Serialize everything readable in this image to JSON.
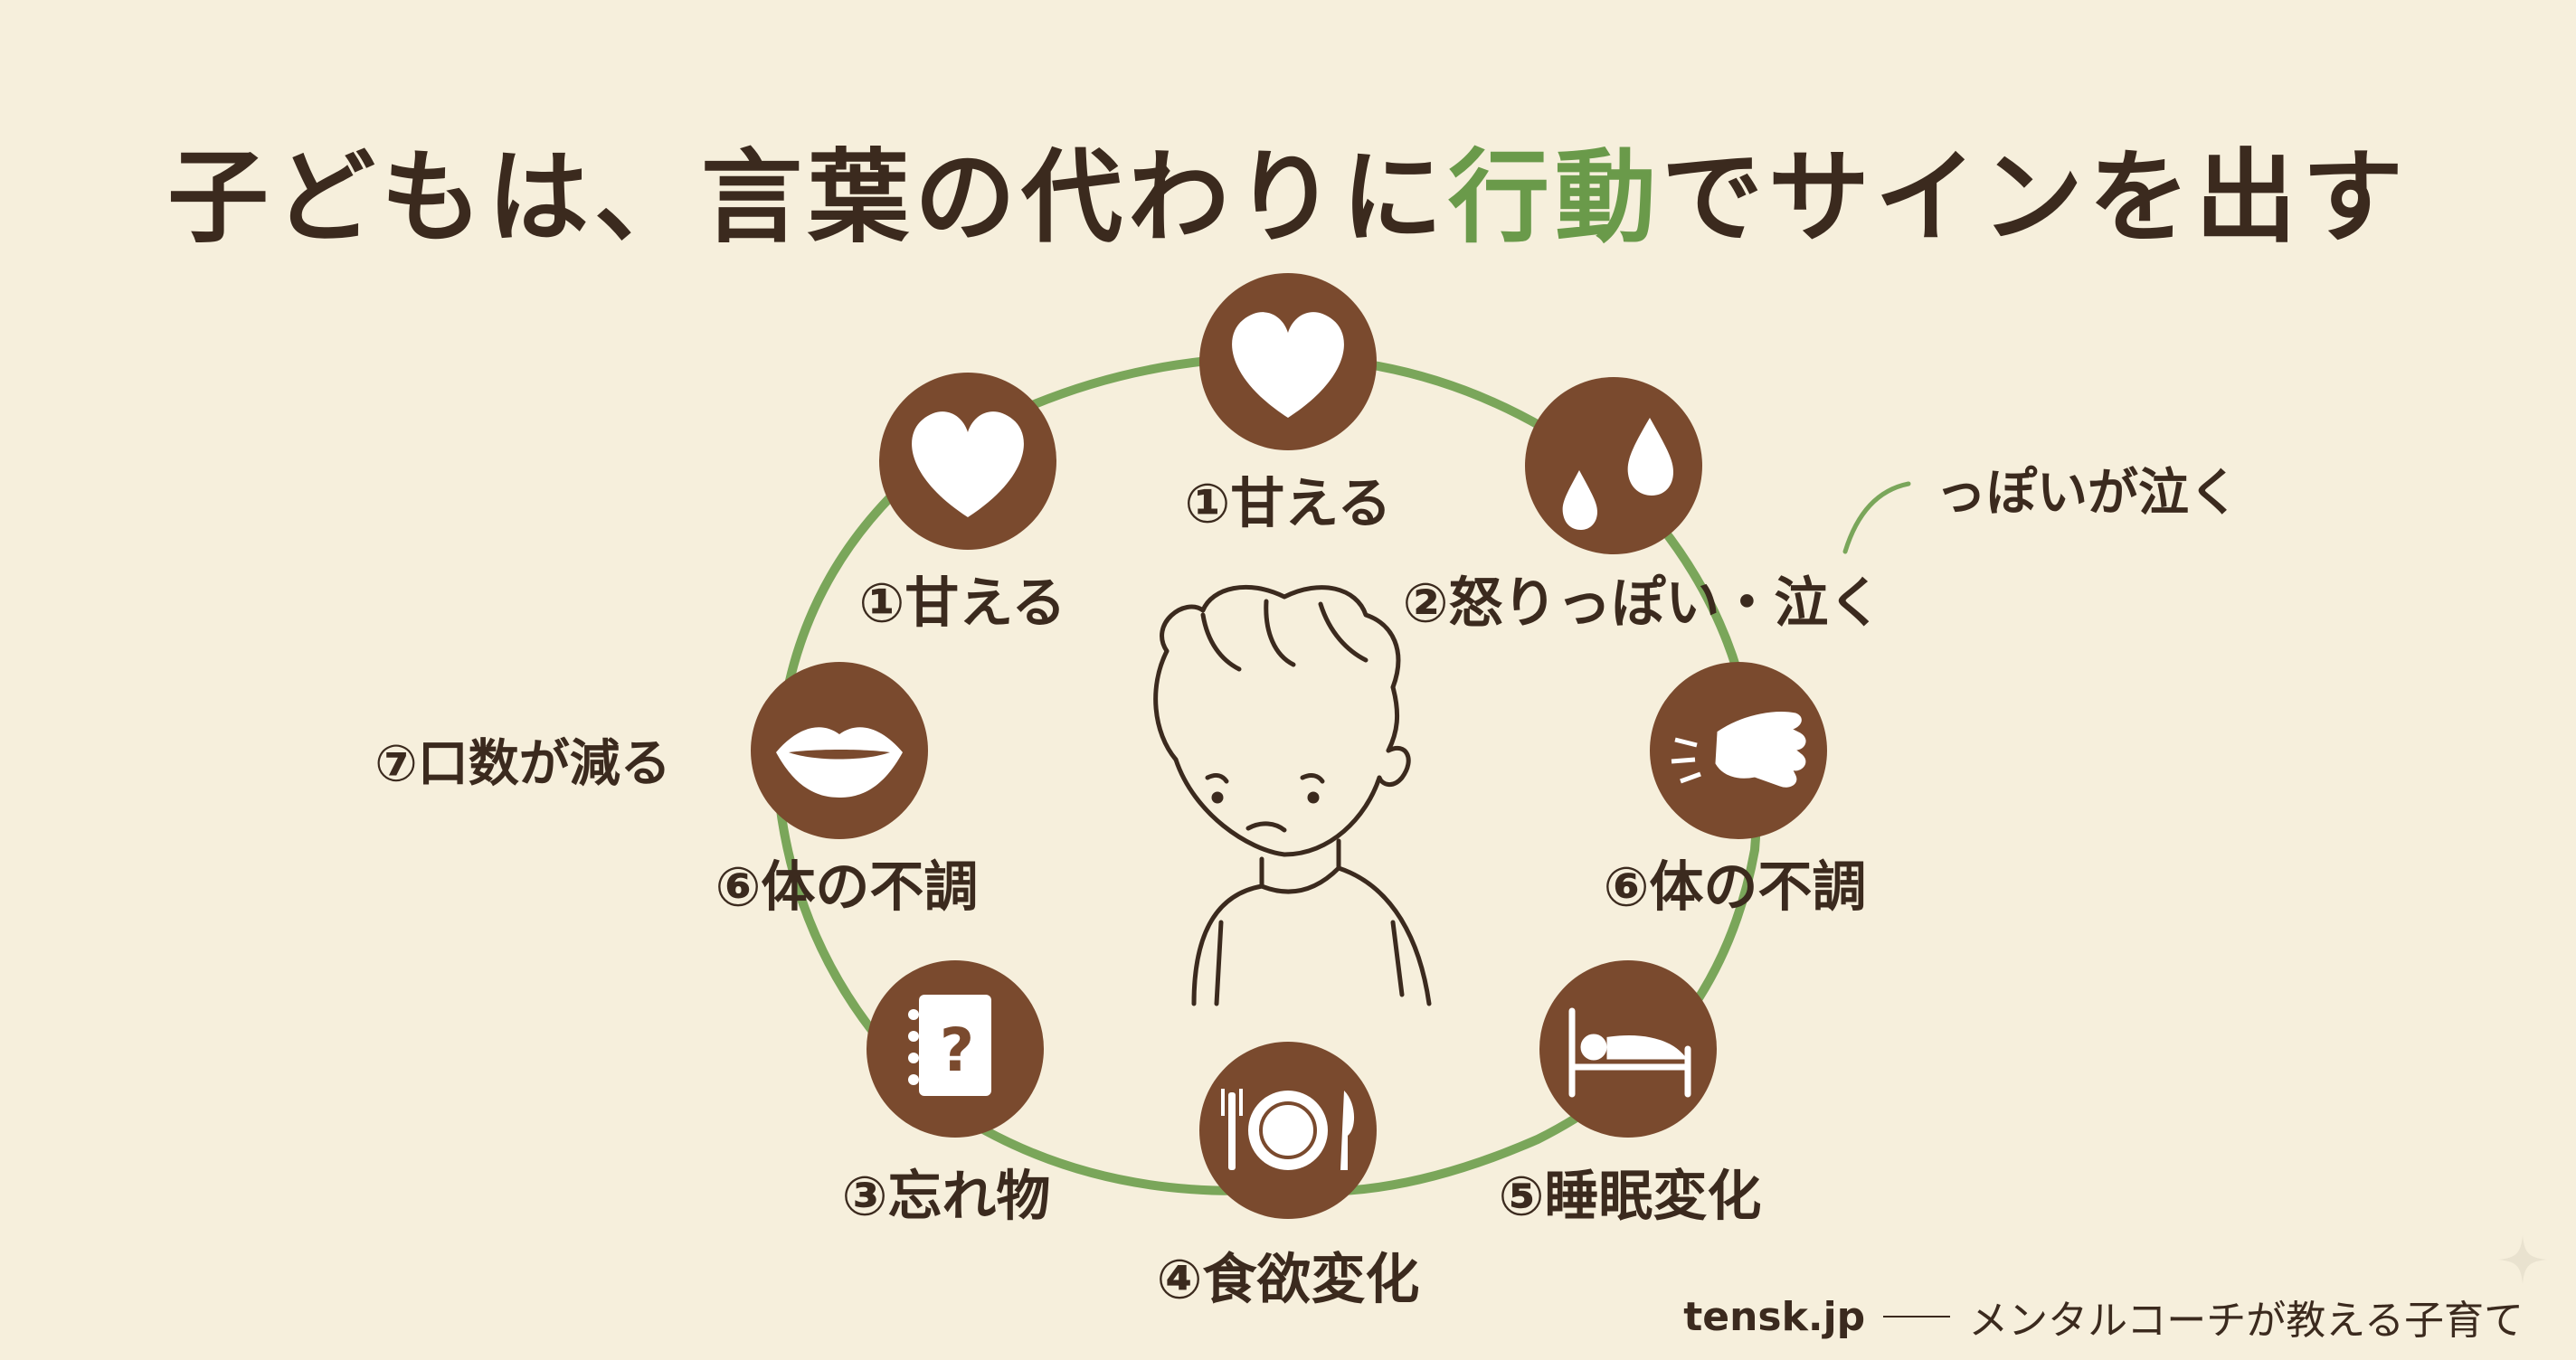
{
  "title": {
    "before": "子どもは、言葉の代わりに",
    "accent": "行動",
    "after": "でサインを出す",
    "accent_color": "#6a9a4a"
  },
  "colors": {
    "background": "#f6efdc",
    "ring": "#7aa65a",
    "badge": "#7a4a2e",
    "text": "#3b2a1e"
  },
  "signs": [
    {
      "label": "①甘える",
      "icon": "heart-icon"
    },
    {
      "label": "①甘える",
      "icon": "heart-icon"
    },
    {
      "label": "②怒りっぽい・泣く",
      "icon": "drops-icon"
    },
    {
      "label": "⑦口数が減る",
      "icon": "lips-icon"
    },
    {
      "label": "⑥体の不調",
      "icon": "hand-icon"
    },
    {
      "label": "⑥体の不調",
      "icon": "hand-icon"
    },
    {
      "label": "③忘れ物",
      "icon": "notebook-question-icon"
    },
    {
      "label": "④食欲変化",
      "icon": "plate-icon"
    },
    {
      "label": "⑤睡眠変化",
      "icon": "bed-icon"
    }
  ],
  "side_note": "っぽいが泣く",
  "footer": {
    "site": "tensk.jp",
    "tagline": "メンタルコーチが教える子育て"
  }
}
